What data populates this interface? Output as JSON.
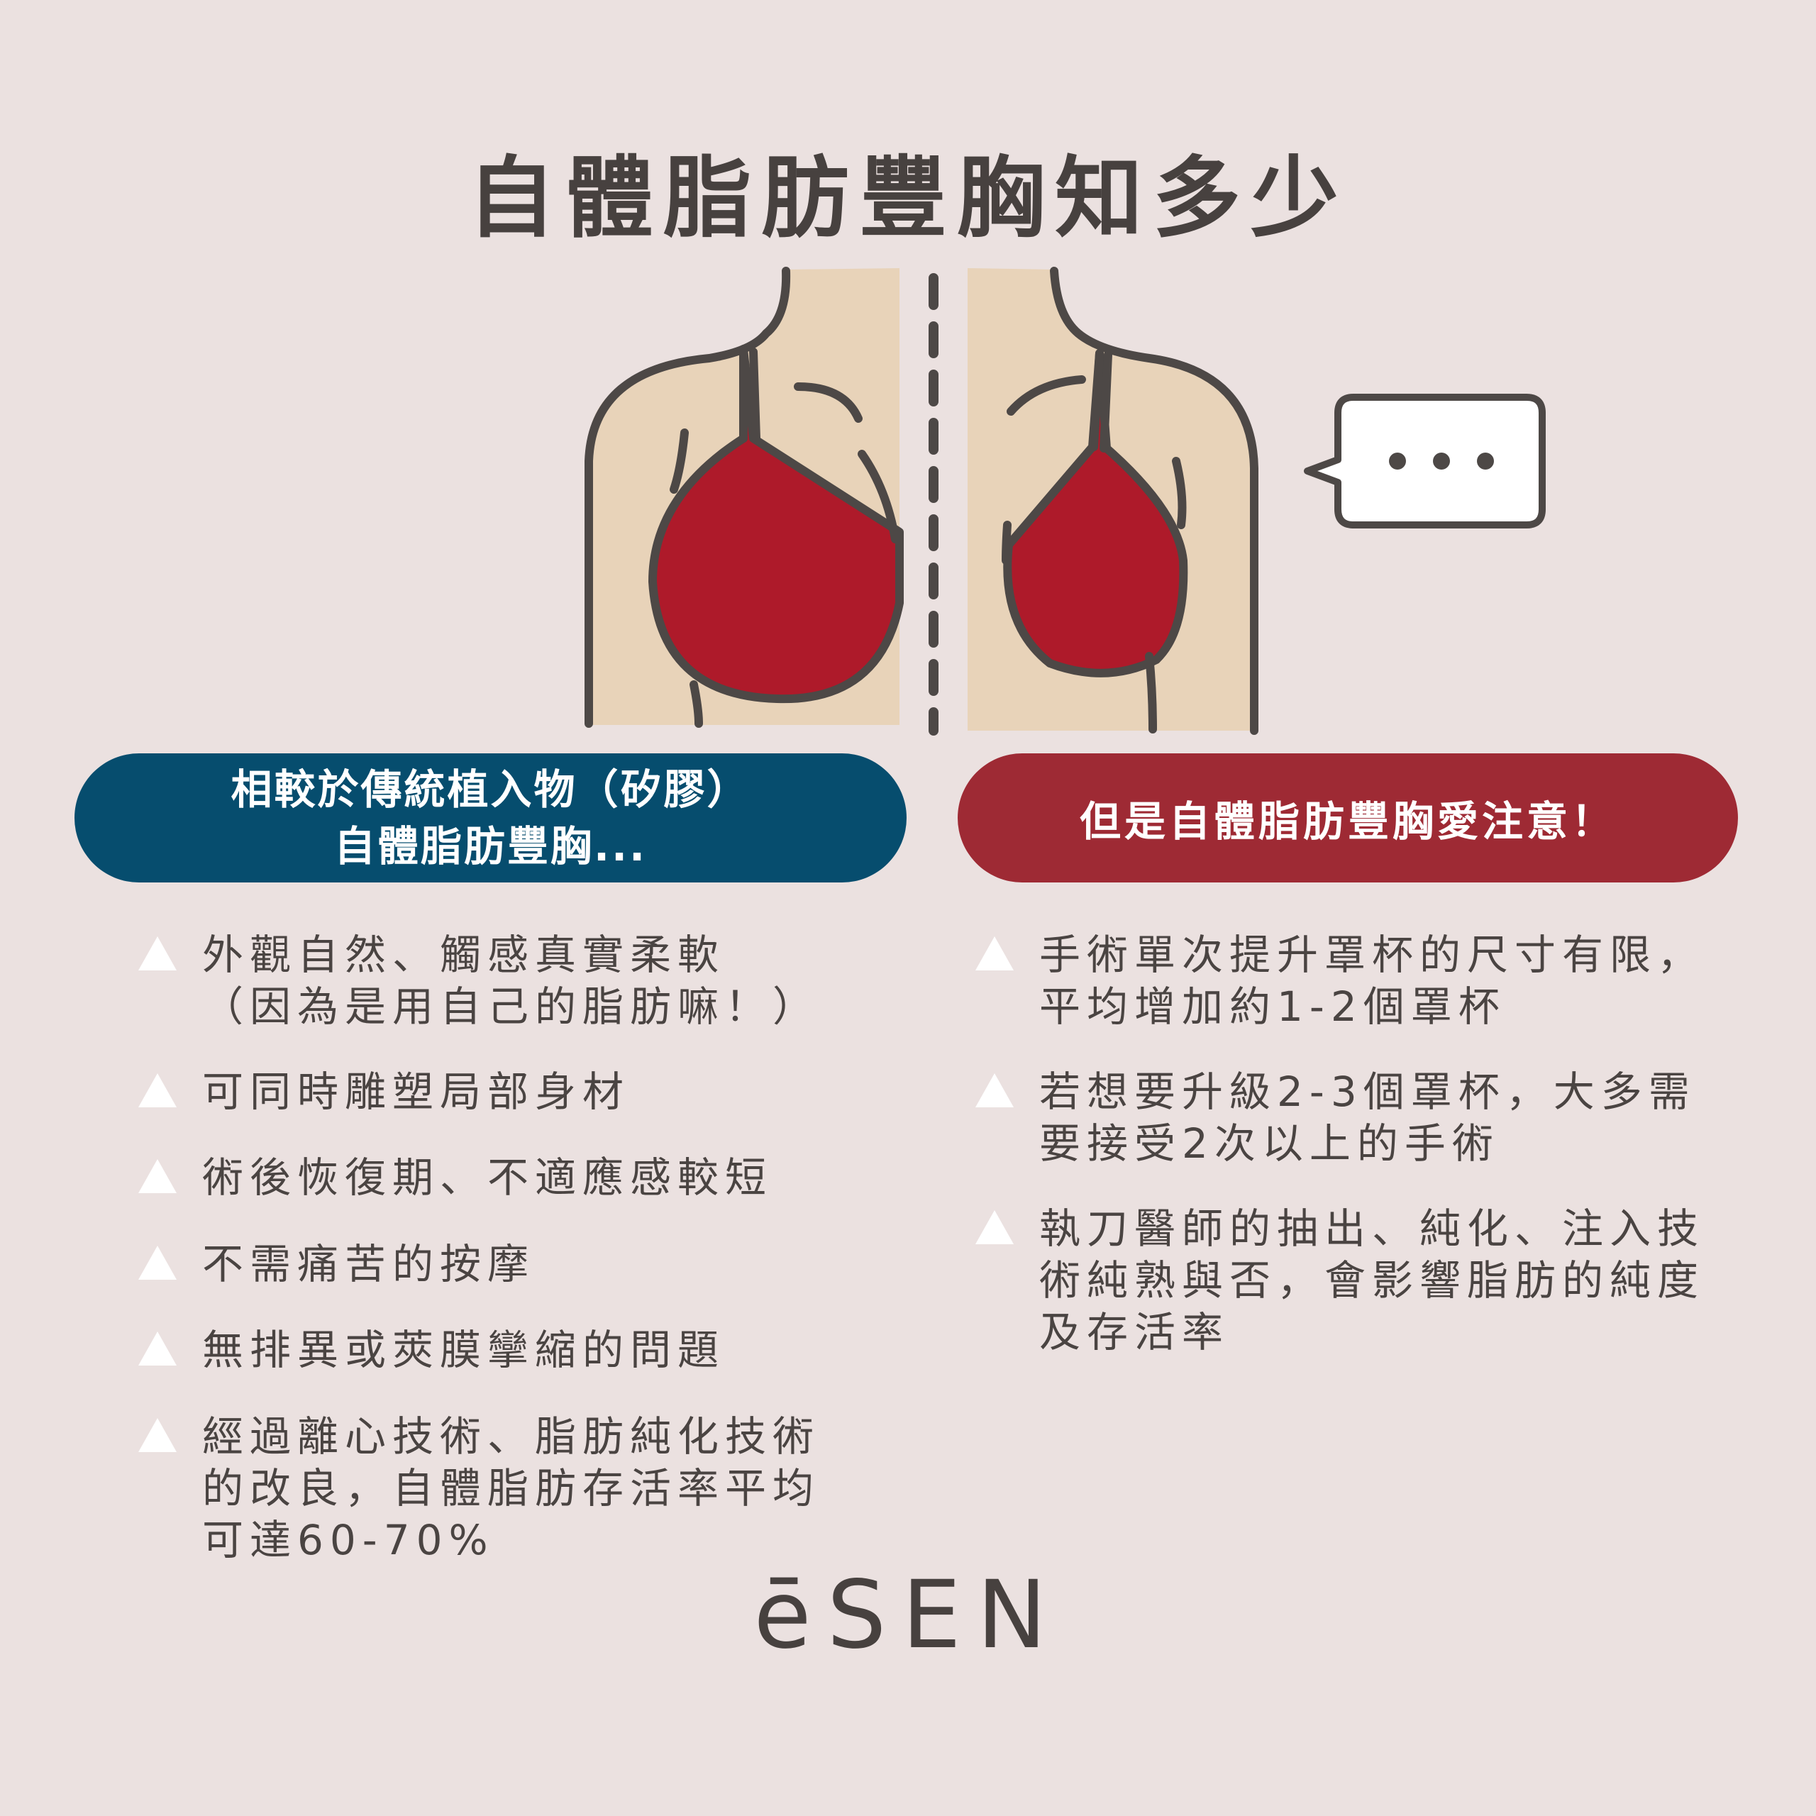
{
  "title": "自體脂肪豐胸知多少",
  "speech_bubble": {
    "text": "•••"
  },
  "left_panel": {
    "header_line1": "相較於傳統植入物（矽膠）",
    "header_line2": "自體脂肪豐胸...",
    "items": [
      "外觀自然、觸感真實柔軟\n（因為是用自己的脂肪嘛！）",
      "可同時雕塑局部身材",
      "術後恢復期、不適應感較短",
      "不需痛苦的按摩",
      "無排異或莢膜攣縮的問題",
      "經過離心技術、脂肪純化技術\n的改良，自體脂肪存活率平均\n可達60-70%"
    ]
  },
  "right_panel": {
    "header": "但是自體脂肪豐胸愛注意！",
    "items": [
      "手術單次提升罩杯的尺寸有限，\n平均增加約1-2個罩杯",
      "若想要升級2-3個罩杯，大多需\n要接受2次以上的手術",
      "執刀醫師的抽出、純化、注入技\n術純熟與否，會影響脂肪的純度\n及存活率"
    ]
  },
  "logo": "ēSEN",
  "colors": {
    "background": "#ebe1e0",
    "left_accent": "#064d6e",
    "right_accent": "#9e2a34",
    "bra": "#ae1a2a",
    "skin": "#e8d3b9",
    "outline": "#4d4846"
  }
}
